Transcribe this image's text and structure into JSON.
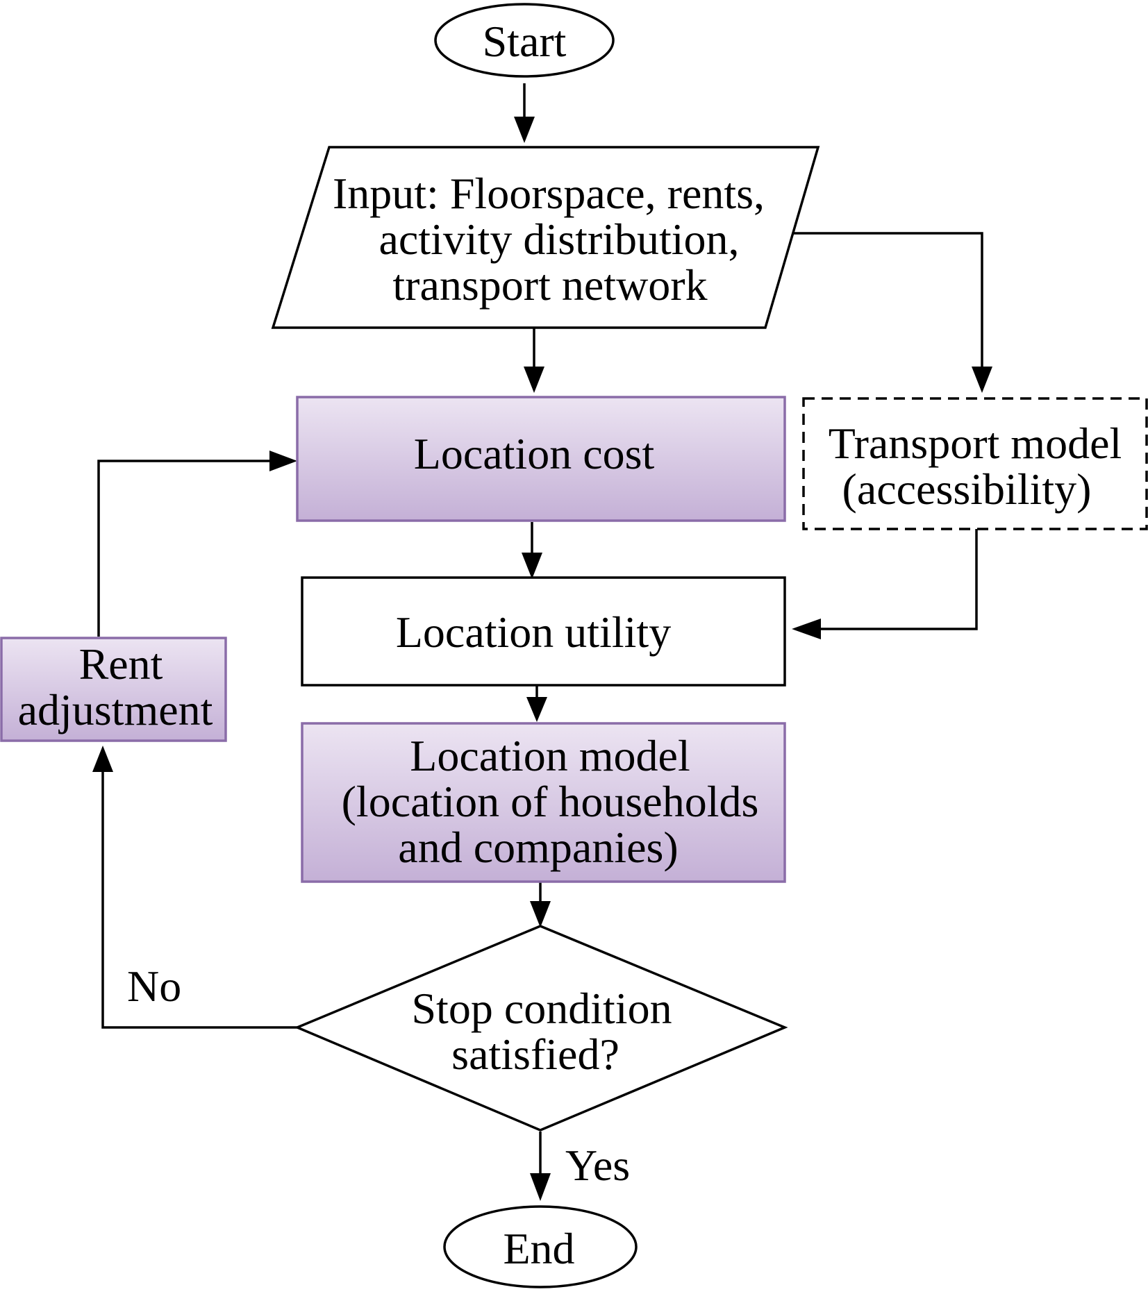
{
  "diagram": {
    "start": "Start",
    "input": [
      "Input: Floorspace, rents,",
      "activity distribution,",
      "transport network"
    ],
    "location_cost": "Location cost",
    "transport_model": [
      "Transport model",
      "(accessibility)"
    ],
    "location_utility": "Location utility",
    "location_model": [
      "Location model",
      "(location of households",
      "and companies)"
    ],
    "stop_condition": [
      "Stop condition",
      "satisfied?"
    ],
    "rent_adjustment": [
      "Rent",
      "adjustment"
    ],
    "no_label": "No",
    "yes_label": "Yes",
    "end": "End"
  },
  "colors": {
    "purple_top": "#ece4f2",
    "purple_bottom": "#c4b0d6",
    "purple_border": "#8a6ca8",
    "stroke": "#000000"
  }
}
